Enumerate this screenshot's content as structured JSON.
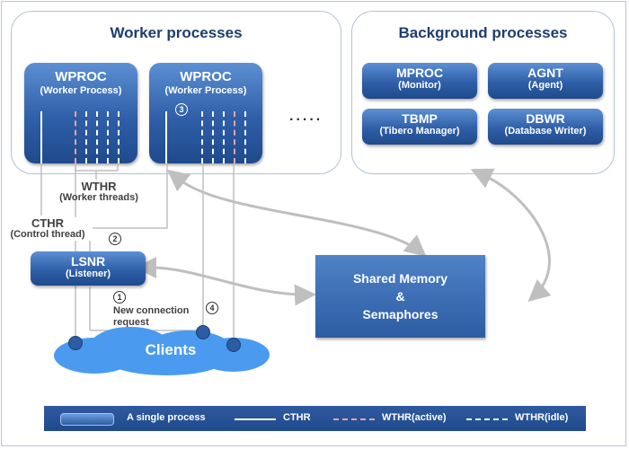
{
  "worker_group": {
    "title": "Worker processes"
  },
  "background_group": {
    "title": "Background processes"
  },
  "wprocs": [
    {
      "name": "WPROC",
      "sub": "(Worker Process)"
    },
    {
      "name": "WPROC",
      "sub": "(Worker Process)"
    }
  ],
  "ellipsis": ".....",
  "bprocs": [
    {
      "name": "MPROC",
      "sub": "(Monitor)"
    },
    {
      "name": "AGNT",
      "sub": "(Agent)"
    },
    {
      "name": "TBMP",
      "sub": "(Tibero Manager)"
    },
    {
      "name": "DBWR",
      "sub": "(Database Writer)"
    }
  ],
  "wthr": {
    "name": "WTHR",
    "sub": "(Worker threads)"
  },
  "cthr": {
    "name": "CTHR",
    "sub": "(Control thread)"
  },
  "lsnr": {
    "name": "LSNR",
    "sub": "(Listener)"
  },
  "steps": {
    "s1": "1",
    "s2": "2",
    "s3": "3",
    "s4": "4"
  },
  "new_connection": {
    "line1": "New connection",
    "line2": "request"
  },
  "shared_memory": {
    "line1": "Shared Memory",
    "line2": "&",
    "line3": "Semaphores"
  },
  "clients": {
    "label": "Clients"
  },
  "legend": {
    "process": "A single process",
    "cthr": "CTHR",
    "wthr_active": "WTHR(active)",
    "wthr_idle": "WTHR(idle)"
  },
  "colors": {
    "process_blue": "#2f5fa8",
    "cloud_blue": "#4a9bef",
    "active_thread": "#f2a3a3",
    "connector_gray": "#bfbfbf"
  }
}
